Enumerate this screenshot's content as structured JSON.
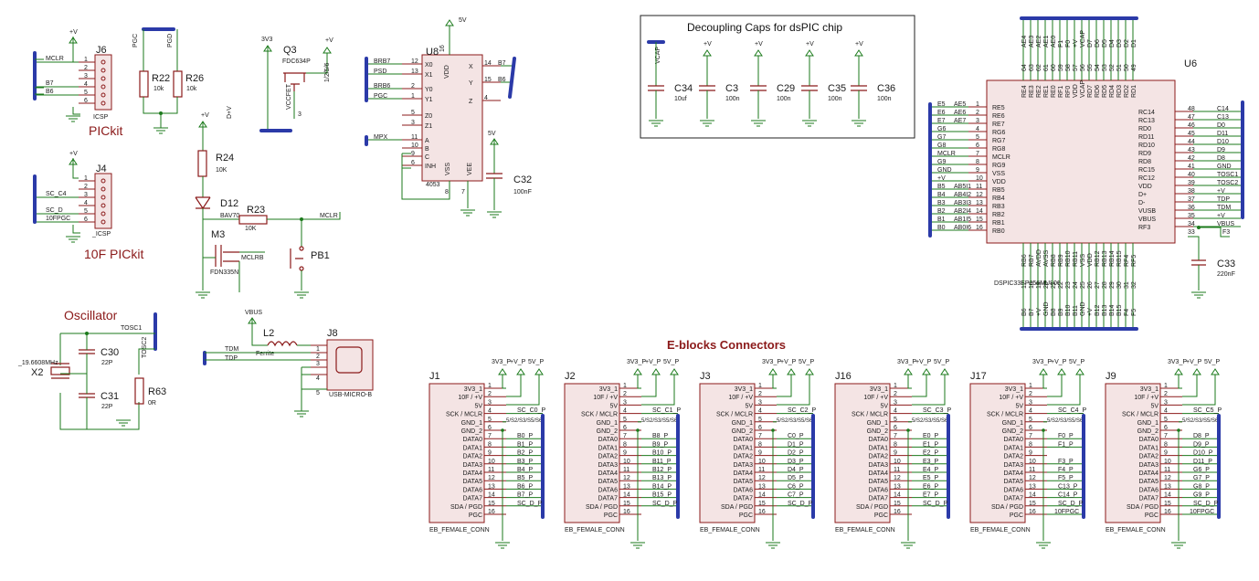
{
  "headings": {
    "pickit": "PICkit",
    "pickit10f": "10F PICkit",
    "oscillator": "Oscillator",
    "eblocks": "E-blocks Connectors",
    "decoupling": "Decoupling Caps for dsPIC chip"
  },
  "power": {
    "vplus": "+V",
    "v5": "5V",
    "v33": "3V3",
    "vbus": "VBUS"
  },
  "j6": {
    "ref": "J6",
    "label": "ICSP",
    "pins": [
      "1",
      "2",
      "3",
      "4",
      "5",
      "6"
    ],
    "nets": [
      "MCLR",
      "",
      "",
      "B7",
      "B6",
      ""
    ]
  },
  "j4": {
    "ref": "J4",
    "label": "_ICSP",
    "pins": [
      "1",
      "2",
      "3",
      "4",
      "5",
      "6"
    ],
    "nets": [
      "",
      "",
      "SC_C4",
      "",
      "SC_D",
      "10FPGC"
    ]
  },
  "pgc_pgd": {
    "pgc": "PGC",
    "pgd": "PGD"
  },
  "r22": {
    "ref": "R22",
    "val": "10k"
  },
  "r26": {
    "ref": "R26",
    "val": "10k"
  },
  "q3": {
    "ref": "Q3",
    "val": "FDC634P",
    "pin": "1/2/5/6",
    "net1": "D+V",
    "net2": "VCCFET",
    "pin3": "3"
  },
  "r24": {
    "ref": "R24",
    "val": "10K"
  },
  "d12": {
    "ref": "D12",
    "val": "BAV70"
  },
  "r23": {
    "ref": "R23",
    "val": "10K",
    "net": "MCLR"
  },
  "m3": {
    "ref": "M3",
    "val": "FDN335N",
    "net": "MCLRB"
  },
  "pb1": {
    "ref": "PB1"
  },
  "u8": {
    "ref": "U8",
    "val": "4053",
    "left_nets": [
      "BRB7",
      "PSD",
      "BRB6",
      "PGC",
      "",
      "",
      "MPX",
      "",
      "",
      ""
    ],
    "left_pins": [
      "12",
      "13",
      "2",
      "1",
      "5",
      "3",
      "11",
      "10",
      "9",
      "6"
    ],
    "left_labels": [
      "X0",
      "X1",
      "Y0",
      "Y1",
      "Z0",
      "Z1",
      "A",
      "B",
      "C",
      "INH"
    ],
    "right_labels": [
      "X",
      "Y",
      "Z"
    ],
    "right_pins": [
      "14",
      "15",
      "4"
    ],
    "right_nets": [
      "B7",
      "B6",
      ""
    ],
    "top_label": "VDD",
    "top_pin": "16",
    "bottom_labels": [
      "VSS",
      "VEE"
    ],
    "bottom_pins": [
      "8",
      "7"
    ]
  },
  "c32": {
    "ref": "C32",
    "val": "100nF"
  },
  "decoupling": [
    {
      "ref": "C34",
      "val": "10uf",
      "net": "VCAP"
    },
    {
      "ref": "C3",
      "val": "100n",
      "net": "+V"
    },
    {
      "ref": "C29",
      "val": "100n",
      "net": "+V"
    },
    {
      "ref": "C35",
      "val": "100n",
      "net": "+V"
    },
    {
      "ref": "C36",
      "val": "100n",
      "net": "+V"
    }
  ],
  "u6": {
    "ref": "U6",
    "part": "DSPIC33EP256MU806",
    "left_nets": [
      "E5",
      "E6",
      "E7",
      "G6",
      "G7",
      "G8",
      "MCLR",
      "G9",
      "GND",
      "+V",
      "B5",
      "B4",
      "B3",
      "B2",
      "B1",
      "B0"
    ],
    "left_alt": [
      "AE5",
      "AE6",
      "AE7",
      "",
      "",
      "",
      "",
      "",
      "",
      "",
      "AB5I1",
      "AB4I2",
      "AB3I3",
      "AB2I4",
      "AB1I5",
      "AB0I6"
    ],
    "left_pins": [
      "1",
      "2",
      "3",
      "4",
      "5",
      "6",
      "7",
      "8",
      "9",
      "10",
      "11",
      "12",
      "13",
      "14",
      "15",
      "16"
    ],
    "left_labels": [
      "RE5",
      "RE6",
      "RE7",
      "RG6",
      "RG7",
      "RG8",
      "MCLR",
      "RG9",
      "VSS",
      "VDD",
      "RB5",
      "RB4",
      "RB3",
      "RB2",
      "RB1",
      "RB0"
    ],
    "right_labels": [
      "RC14",
      "RC13",
      "RD0",
      "RD11",
      "RD10",
      "RD9",
      "RD8",
      "RC15",
      "RC12",
      "VDD",
      "D+",
      "D-",
      "VUSB",
      "VBUS",
      "RF3"
    ],
    "right_pins": [
      "48",
      "47",
      "46",
      "45",
      "44",
      "43",
      "42",
      "41",
      "40",
      "39",
      "38",
      "37",
      "36",
      "35",
      "34"
    ],
    "right_nets": [
      "C14",
      "C13",
      "D0",
      "D11",
      "D10",
      "D9",
      "D8",
      "GND",
      "TOSC1",
      "TOSC2",
      "+V",
      "TDP",
      "TDM",
      "+V",
      "VBUS"
    ],
    "top_labels": [
      "RE4",
      "RE3",
      "RE2",
      "RE1",
      "RE0",
      "RF1",
      "RF0",
      "VDD",
      "VCAP",
      "RD7",
      "RD6",
      "RD5",
      "RD4",
      "RD3",
      "RD2",
      "RD1"
    ],
    "top_pins": [
      "64",
      "63",
      "62",
      "61",
      "60",
      "59",
      "58",
      "57",
      "56",
      "55",
      "54",
      "53",
      "52",
      "51",
      "50",
      "49"
    ],
    "top_nets": [
      "AE4",
      "AE3",
      "AE2",
      "AE1",
      "AE0",
      "F1",
      "F0",
      "+V",
      "VCAP",
      "D7",
      "D6",
      "D5",
      "D4",
      "D3",
      "D2",
      "D1"
    ],
    "bottom_labels": [
      "RB6",
      "RB7",
      "AVDD",
      "AVSS",
      "RB8",
      "RB9",
      "RB10",
      "RB11",
      "VSS",
      "VDD",
      "RB12",
      "RB13",
      "RB14",
      "RB15",
      "RF4",
      "RF5"
    ],
    "bottom_pins": [
      "17",
      "18",
      "19",
      "20",
      "21",
      "22",
      "23",
      "24",
      "25",
      "26",
      "27",
      "28",
      "29",
      "30",
      "31",
      "32"
    ],
    "bottom_nets": [
      "B6",
      "B7",
      "+V",
      "GND",
      "B8",
      "B9",
      "B10",
      "B11",
      "GND",
      "+V",
      "B12",
      "B13",
      "B14",
      "B15",
      "F4",
      "F5"
    ],
    "pin33": "33",
    "f3": "F3"
  },
  "c33": {
    "ref": "C33",
    "val": "220nF"
  },
  "osc": {
    "x2": "X2",
    "x2val": "_19.6608MHz",
    "c30": "C30",
    "c30v": "22P",
    "c31": "C31",
    "c31v": "22P",
    "r63": "R63",
    "r63v": "0R",
    "tosc1": "TOSC1",
    "tosc2": "TOSC2"
  },
  "usb": {
    "l2": "L2",
    "l2v": "Ferrite",
    "j8": "J8",
    "j8v": "USB-MICRO-B",
    "tdm": "TDM",
    "tdp": "TDP",
    "vbus": "VBUS",
    "pins": [
      "1",
      "2",
      "3",
      "4",
      "5"
    ]
  },
  "conn_labels": [
    "3V3_1",
    "10F / +V",
    "5V",
    "SCK / MCLR",
    "GND_1",
    "GND_2",
    "DATA0",
    "DATA1",
    "DATA2",
    "DATA3",
    "DATA4",
    "DATA5",
    "DATA6",
    "DATA7",
    "SDA / PGD",
    "PGC"
  ],
  "conn_pins": [
    "1",
    "2",
    "3",
    "4",
    "5",
    "6",
    "7",
    "8",
    "9",
    "10",
    "11",
    "12",
    "13",
    "14",
    "15",
    "16"
  ],
  "conn_top_nets": [
    "3V3_P",
    "+V_P",
    "5V_P"
  ],
  "conn_footer": "EB_FEMALE_CONN",
  "conn_note": "5/S2/S3/S5/S6",
  "connectors": [
    {
      "ref": "J1",
      "sck": "SC_C0_P",
      "data": [
        "B0_P",
        "B1_P",
        "B2_P",
        "B3_P",
        "B4_P",
        "B5_P",
        "B6_P",
        "B7_P"
      ],
      "sda": "SC_D_P",
      "pgc": ""
    },
    {
      "ref": "J2",
      "sck": "SC_C1_P",
      "data": [
        "B8_P",
        "B9_P",
        "B10_P",
        "B11_P",
        "B12_P",
        "B13_P",
        "B14_P",
        "B15_P"
      ],
      "sda": "SC_D_P",
      "pgc": ""
    },
    {
      "ref": "J3",
      "sck": "SC_C2_P",
      "data": [
        "C0_P",
        "D1_P",
        "D2_P",
        "D3_P",
        "D4_P",
        "D5_P",
        "C6_P",
        "C7_P"
      ],
      "sda": "SC_D_P",
      "pgc": ""
    },
    {
      "ref": "J16",
      "sck": "SC_C3_P",
      "data": [
        "E0_P",
        "E1_P",
        "E2_P",
        "E3_P",
        "E4_P",
        "E5_P",
        "E6_P",
        "E7_P"
      ],
      "sda": "SC_D_P",
      "pgc": ""
    },
    {
      "ref": "J17",
      "sck": "SC_C4_P",
      "data": [
        "F0_P",
        "F1_P",
        "",
        "F3_P",
        "F4_P",
        "F5_P",
        "C13_P",
        "C14_P"
      ],
      "sda": "SC_D_P",
      "pgc": "10FPGC"
    },
    {
      "ref": "J9",
      "sck": "SC_C5_P",
      "data": [
        "D8_P",
        "D9_P",
        "D10_P",
        "D11_P",
        "G6_P",
        "G7_P",
        "G8_P",
        "G9_P"
      ],
      "sda": "SC_D_P",
      "pgc": "10FPGC"
    }
  ]
}
